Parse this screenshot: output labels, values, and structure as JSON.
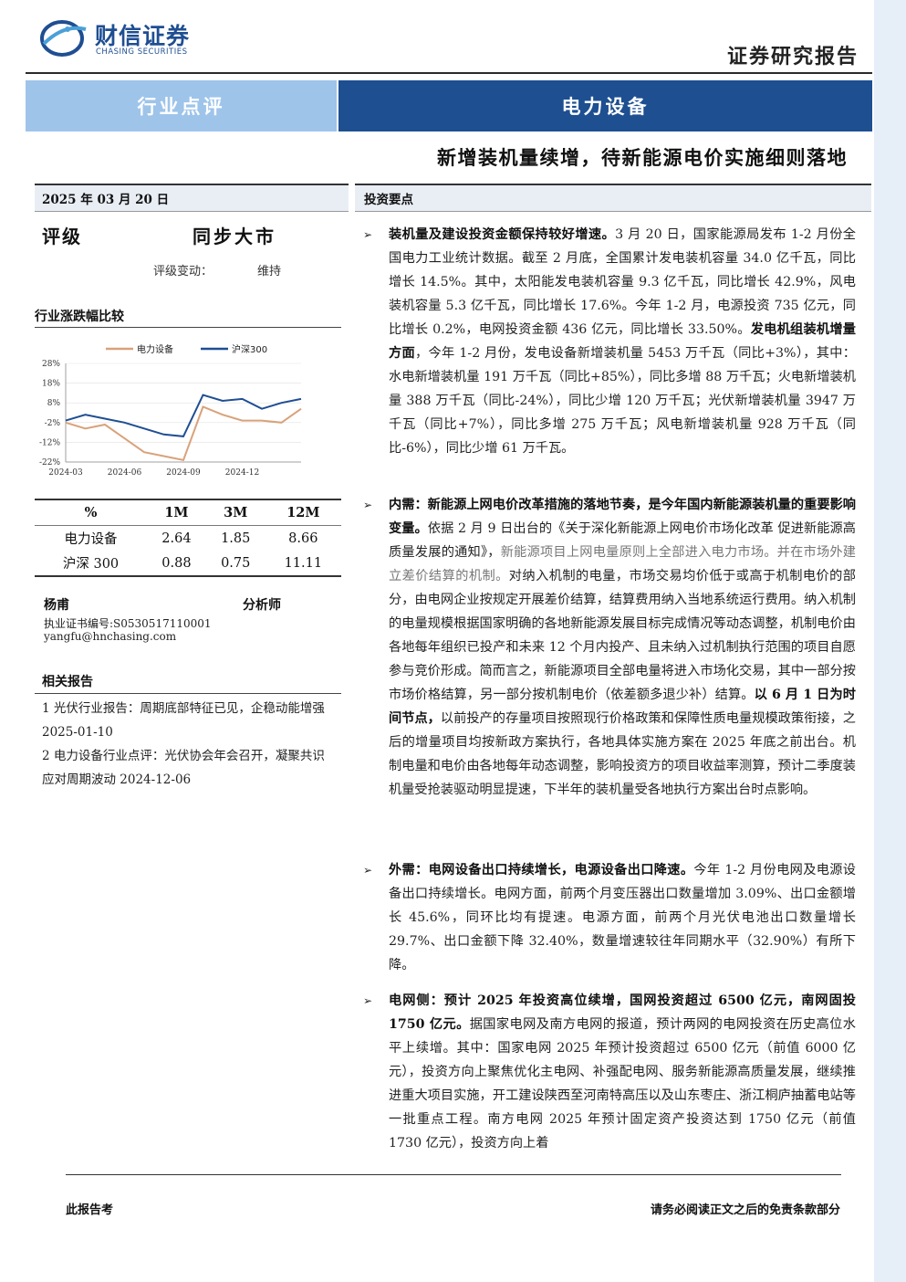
{
  "brand": {
    "name_cn": "财信证券",
    "name_en": "CHASING SECURITIES",
    "report_type": "证券研究报告"
  },
  "banner": {
    "left": "行业点评",
    "right": "电力设备"
  },
  "headline": "新增装机量续增，待新能源电价实施细则落地",
  "sidebar": {
    "date": "2025 年 03 月 20 日",
    "rating": {
      "label": "评级",
      "value": "同步大市",
      "change_label": "评级变动：",
      "change_value": "维持"
    },
    "chart_title": "行业涨跌幅比较",
    "perf_table": {
      "headers": [
        "%",
        "1M",
        "3M",
        "12M"
      ],
      "rows": [
        [
          "电力设备",
          "2.64",
          "1.85",
          "8.66"
        ],
        [
          "沪深 300",
          "0.88",
          "0.75",
          "11.11"
        ]
      ]
    },
    "analyst": {
      "name": "杨甫",
      "title": "分析师",
      "cert": "执业证书编号:S0530517110001",
      "email": "yangfu@hnchasing.com"
    },
    "related_title": "相关报告",
    "related": [
      "1 光伏行业报告：周期底部特征已见，企稳动能增强 2025-01-10",
      "2 电力设备行业点评：光伏协会年会召开，凝聚共识应对周期波动 2024-12-06"
    ]
  },
  "chart_data": {
    "type": "line",
    "x": [
      "2024-03",
      "2024-04",
      "2024-05",
      "2024-06",
      "2024-07",
      "2024-08",
      "2024-09",
      "2024-10",
      "2024-11",
      "2024-12",
      "2025-01",
      "2025-02",
      "2025-03"
    ],
    "x_ticks": [
      "2024-03",
      "2024-06",
      "2024-09",
      "2024-12"
    ],
    "y_ticks": [
      "28%",
      "18%",
      "8%",
      "-2%",
      "-12%",
      "-22%"
    ],
    "ylim": [
      -22,
      28
    ],
    "legend_position": "top",
    "series": [
      {
        "name": "电力设备",
        "color": "#d9a27a",
        "values": [
          -2,
          -5,
          -3,
          -10,
          -17,
          -19,
          -21,
          6,
          2,
          -1,
          -1,
          -2,
          5
        ]
      },
      {
        "name": "沪深300",
        "color": "#1f4e92",
        "values": [
          -1,
          2,
          0,
          -2,
          -5,
          -8,
          -9,
          12,
          9,
          10,
          5,
          8,
          10
        ]
      }
    ]
  },
  "key_points_title": "投资要点",
  "footer": {
    "left": "此报告考",
    "right": "请务必阅读正文之后的免责条款部分"
  }
}
